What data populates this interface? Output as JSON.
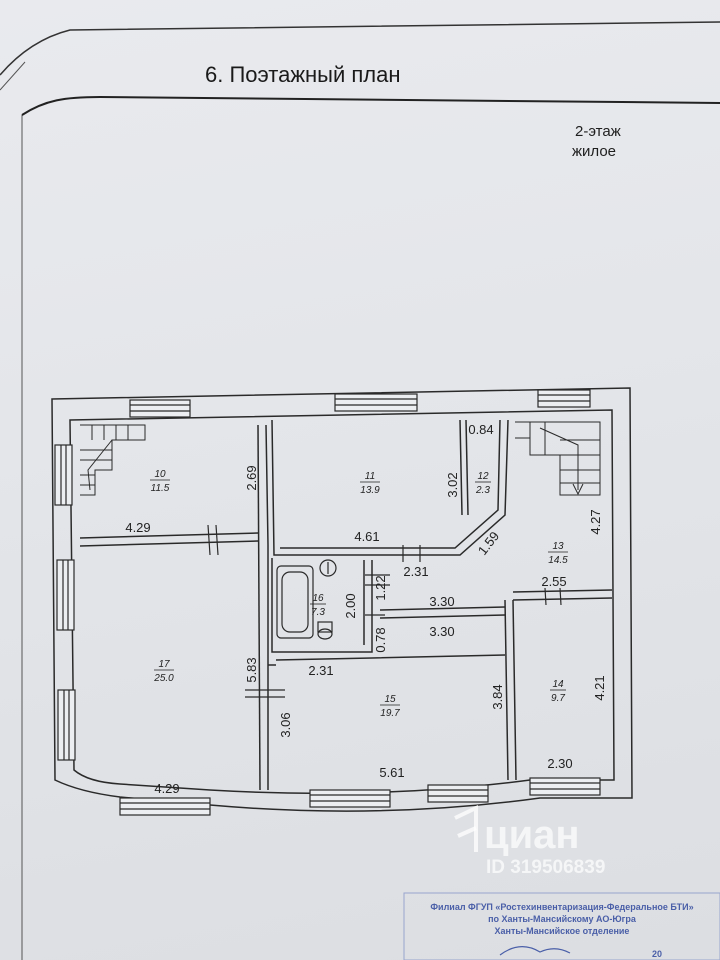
{
  "title": "6.  Поэтажный план",
  "floor": {
    "line1": "2-этаж",
    "line2": "жилое"
  },
  "rooms": [
    {
      "id": "room-10",
      "number": "10",
      "area": "11.5"
    },
    {
      "id": "room-11",
      "number": "11",
      "area": "13.9"
    },
    {
      "id": "room-12",
      "number": "12",
      "area": "2.3"
    },
    {
      "id": "room-13",
      "number": "13",
      "area": "14.5"
    },
    {
      "id": "room-14",
      "number": "14",
      "area": "9.7"
    },
    {
      "id": "room-15",
      "number": "15",
      "area": "19.7"
    },
    {
      "id": "room-16",
      "number": "16",
      "area": "7.3"
    },
    {
      "id": "room-17",
      "number": "17",
      "area": "25.0"
    }
  ],
  "dimensions": {
    "d_269": "2.69",
    "d_429a": "4.29",
    "d_461": "4.61",
    "d_302": "3.02",
    "d_084": "0.84",
    "d_159": "1.59",
    "d_231a": "2.31",
    "d_427": "4.27",
    "d_255": "2.55",
    "d_200": "2.00",
    "d_122": "1.22",
    "d_330a": "3.30",
    "d_330b": "3.30",
    "d_078": "0.78",
    "d_583": "5.83",
    "d_231b": "2.31",
    "d_384": "3.84",
    "d_421": "4.21",
    "d_306": "3.06",
    "d_429b": "4.29",
    "d_561": "5.61",
    "d_230": "2.30"
  },
  "watermark": {
    "brand": "циан",
    "id": "ID 319506839"
  },
  "stamp": {
    "line1": "Филиал ФГУП «Ростехинвентаризация-Федеральное БТИ»",
    "line2": "по Ханты-Мансийскому АО-Югра",
    "line3": "Ханты-Мансийское отделение",
    "year": "20"
  }
}
